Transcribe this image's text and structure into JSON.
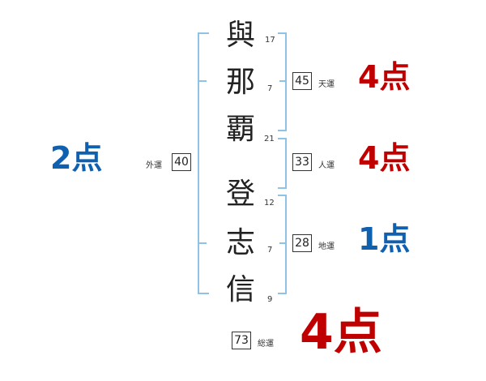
{
  "name": {
    "characters": [
      {
        "char": "與",
        "strokes": "17"
      },
      {
        "char": "那",
        "strokes": "7"
      },
      {
        "char": "覇",
        "strokes": "21"
      },
      {
        "char": "登",
        "strokes": "12"
      },
      {
        "char": "志",
        "strokes": "7"
      },
      {
        "char": "信",
        "strokes": "9"
      }
    ]
  },
  "fortunes": {
    "ten": {
      "label": "天運",
      "value": "45",
      "score": "4点",
      "color": "#c00000"
    },
    "jin": {
      "label": "人運",
      "value": "33",
      "score": "4点",
      "color": "#c00000"
    },
    "chi": {
      "label": "地運",
      "value": "28",
      "score": "1点",
      "color": "#1060b0"
    },
    "gai": {
      "label": "外運",
      "value": "40",
      "score": "2点",
      "color": "#1060b0"
    },
    "sou": {
      "label": "総運",
      "value": "73",
      "score": "4点",
      "color": "#c00000"
    }
  }
}
